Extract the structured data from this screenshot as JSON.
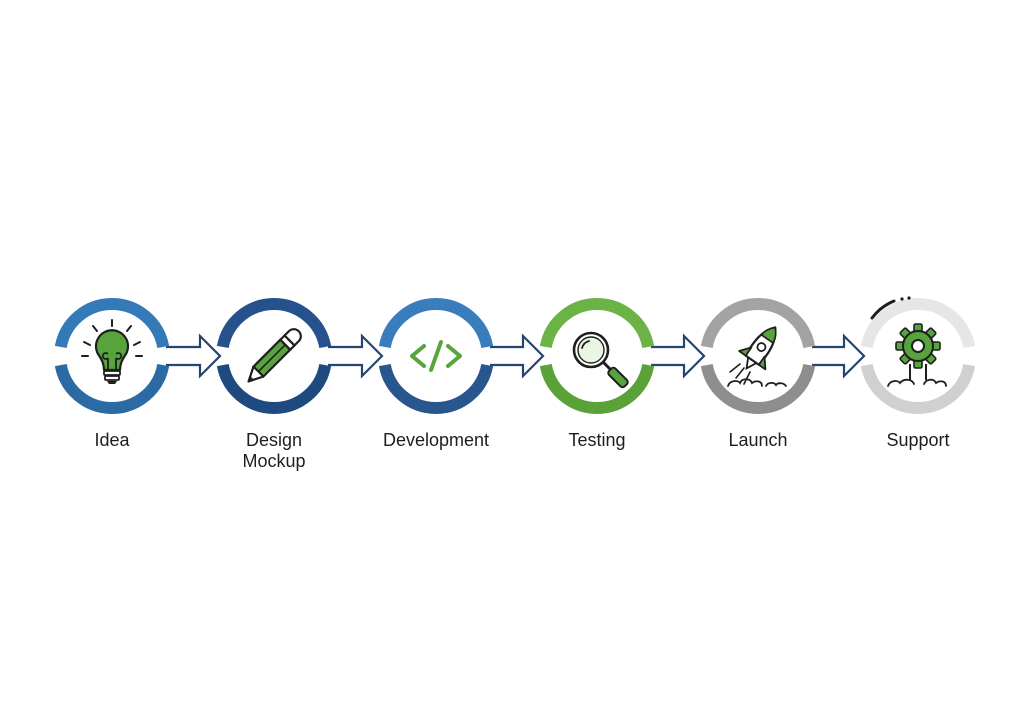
{
  "diagram": {
    "steps": [
      {
        "label_lines": [
          "Idea"
        ],
        "icon": "lightbulb-icon",
        "ring_color": "#3479b8",
        "ring_color_dark": "#2c6aa3"
      },
      {
        "label_lines": [
          "Design",
          "Mockup"
        ],
        "icon": "pencil-icon",
        "ring_color": "#25528c",
        "ring_color_dark": "#1f4a80"
      },
      {
        "label_lines": [
          "Development"
        ],
        "icon": "code-icon",
        "ring_color": "#3a7dbd",
        "ring_color_dark": "#28568f"
      },
      {
        "label_lines": [
          "Testing"
        ],
        "icon": "magnifier-icon",
        "ring_color": "#6ab344",
        "ring_color_dark": "#5aa238"
      },
      {
        "label_lines": [
          "Launch"
        ],
        "icon": "rocket-icon",
        "ring_color": "#a3a3a3",
        "ring_color_dark": "#8e8e8e"
      },
      {
        "label_lines": [
          "Support"
        ],
        "icon": "gear-icon",
        "ring_color": "#e6e6e6",
        "ring_color_dark": "#d0d0d0"
      }
    ],
    "colors": {
      "arrow": "#24466e",
      "icon_green": "#58a43c",
      "icon_stroke": "#1e1e1e"
    }
  }
}
